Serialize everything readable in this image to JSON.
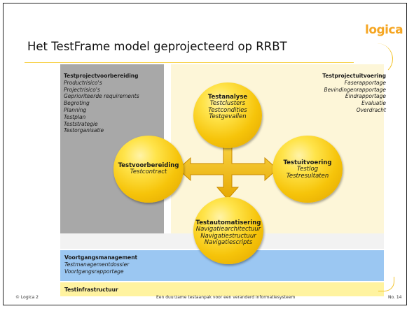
{
  "slide": {
    "logo": "logica",
    "title": "Het TestFrame model geprojecteerd op RRBT"
  },
  "left_panel": {
    "heading": "Testprojectvoorbereiding",
    "items": [
      "Productrisico's",
      "Projectrisico's",
      "Geprioriteerde requirements",
      "Begroting",
      "Planning",
      "Testplan",
      "Teststrategie",
      "Testorganisatie"
    ]
  },
  "right_panel": {
    "heading": "Testprojectuitvoering",
    "items": [
      "Faserapportage",
      "Bevindingenrapportage",
      "Eindrapportage",
      "Evaluatie",
      "Overdracht"
    ]
  },
  "circles": {
    "top": {
      "title": "Testanalyse",
      "items": [
        "Testclusters",
        "Testcondities",
        "Testgevallen"
      ]
    },
    "left": {
      "title": "Testvoorbereiding",
      "items": [
        "Testcontract"
      ]
    },
    "right": {
      "title": "Testuitvoering",
      "items": [
        "Testlog",
        "Testresultaten"
      ]
    },
    "bottom": {
      "title": "Testautomatisering",
      "items": [
        "Navigatiearchitectuur",
        "Navigatiestructuur",
        "Navigatiescripts"
      ]
    }
  },
  "blue_band": {
    "heading": "Voortgangsmanagement",
    "items": [
      "Testmanagementdossier",
      "Voortgangsrapportage"
    ]
  },
  "yellow_band": {
    "heading": "Testinfrastructuur"
  },
  "footer": {
    "copyright": "© Logica 2",
    "caption": "Een duurzame testaanpak voor een veranderd informatiesysteem",
    "page": "No. 14"
  },
  "colors": {
    "accent": "#f5a623",
    "circle": "#f6c40a",
    "blue_band": "#9bc7f2",
    "yellow_band": "#fff3a0"
  }
}
